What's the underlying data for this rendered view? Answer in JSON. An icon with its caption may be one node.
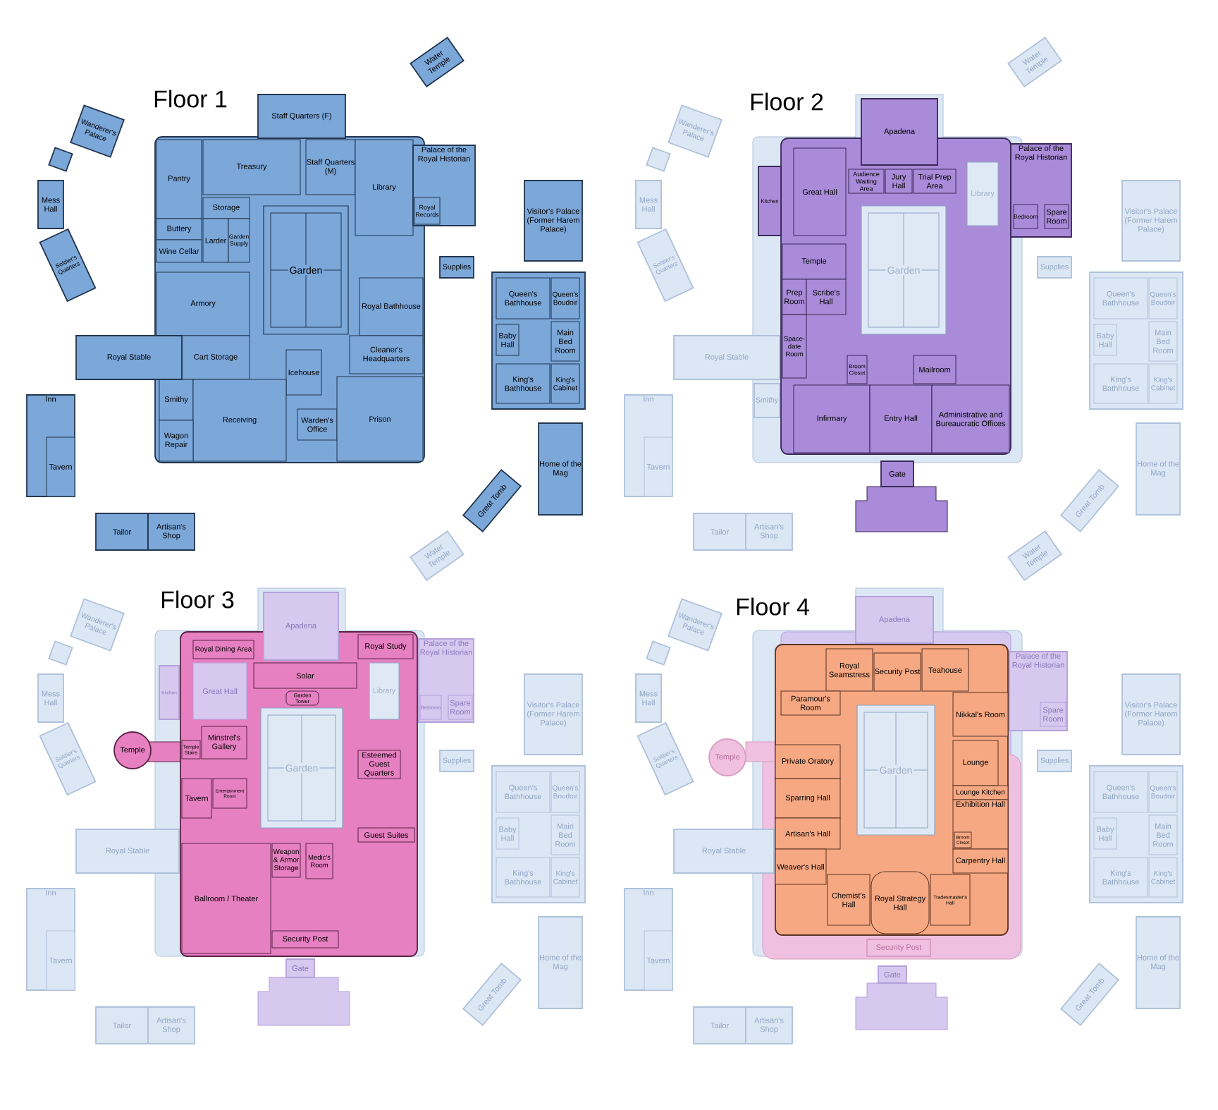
{
  "diagram": {
    "nodes": [
      {
        "text": [
          "Floor 1"
        ]
      },
      {
        "text": [
          "Treasury"
        ],
        "in": 0
      },
      {
        "text": [
          "Staff Quarters (M)"
        ],
        "in": 0
      },
      {
        "text": [
          "Library"
        ],
        "in": 0
      },
      {
        "text": [
          "Pantry"
        ],
        "in": 0
      },
      {
        "text": [
          "Storage"
        ],
        "in": 0
      },
      {
        "text": [
          "Buttery"
        ],
        "in": 0
      },
      {
        "text": [
          "Larder"
        ],
        "in": 0
      },
      {
        "text": [
          "Garden Supply"
        ],
        "in": 0
      },
      {
        "text": [
          "Wine Cellar"
        ],
        "in": 0
      },
      {
        "text": [
          "Garden"
        ],
        "in": 0
      },
      {
        "text": [
          "Armory"
        ],
        "in": 0
      },
      {
        "text": [
          "Royal Bathhouse"
        ],
        "in": 0
      },
      {
        "text": [
          "Cleaner's Headquarters"
        ],
        "in": 0
      },
      {
        "text": [
          "Cart Storage"
        ],
        "in": 0
      },
      {
        "text": [
          "Icehouse"
        ],
        "in": 0
      },
      {
        "text": [
          "Smithy"
        ],
        "in": 0
      },
      {
        "text": [
          "Receiving"
        ],
        "in": 0
      },
      {
        "text": [
          "Wagon Repair"
        ],
        "in": 0
      },
      {
        "text": [
          "Warden's Office"
        ],
        "in": 0
      },
      {
        "text": [
          "Prison"
        ],
        "in": 0
      },
      {
        "text": [
          "Staff Quarters (F)"
        ]
      },
      {
        "text": [
          "Palace of the Royal Historian"
        ]
      },
      {
        "text": [
          "Royal Records"
        ],
        "in": 22
      },
      {
        "text": [
          "Royal Stable"
        ]
      },
      {
        "text": [
          "Wanderer's Palace"
        ]
      },
      {
        "text": [],
        "shape": "box"
      },
      {
        "text": [
          "Mess Hall"
        ]
      },
      {
        "text": [
          "Soldier's Quarters"
        ]
      },
      {
        "text": [
          "Water Temple"
        ]
      },
      {
        "text": [
          "Visitor's Palace",
          "(Former Harem Palace)"
        ]
      },
      {
        "text": [
          "Supplies"
        ]
      },
      {
        "text": [],
        "shape": "box"
      },
      {
        "text": [
          "Queen's Bathhouse"
        ],
        "in": 32
      },
      {
        "text": [
          "Queen's Boudoir"
        ],
        "in": 32
      },
      {
        "text": [
          "Baby Hall"
        ],
        "in": 32
      },
      {
        "text": [
          "Main Bed Room"
        ],
        "in": 32
      },
      {
        "text": [
          "King's Bathhouse"
        ],
        "in": 32
      },
      {
        "text": [
          "King's Cabinet"
        ],
        "in": 32
      },
      {
        "text": [
          "Inn"
        ]
      },
      {
        "text": [
          "Tavern"
        ],
        "in": 39
      },
      {
        "text": [
          "Tailor"
        ]
      },
      {
        "text": [
          "Artisan's Shop"
        ]
      },
      {
        "text": [
          "Home of the Mag"
        ]
      },
      {
        "text": [
          "Great Tomb"
        ]
      },
      {
        "text": [
          "Floor 2"
        ]
      },
      {
        "text": [
          "Great Hall"
        ],
        "in": 45
      },
      {
        "text": [
          "Audience Waiting Area"
        ],
        "in": 45
      },
      {
        "text": [
          "Jury Hall"
        ],
        "in": 45
      },
      {
        "text": [
          "Trial Prep Area"
        ],
        "in": 45
      },
      {
        "text": [
          "Library"
        ],
        "in": 45
      },
      {
        "text": [
          "Temple"
        ],
        "in": 45
      },
      {
        "text": [
          "Prep Room"
        ],
        "in": 45
      },
      {
        "text": [
          "Scribe's Hall"
        ],
        "in": 45
      },
      {
        "text": [
          "Space-date Room"
        ],
        "in": 45
      },
      {
        "text": [
          "Garden"
        ],
        "in": 45
      },
      {
        "text": [
          "Broom Closet"
        ],
        "in": 45
      },
      {
        "text": [
          "Mailroom"
        ],
        "in": 45
      },
      {
        "text": [
          "Infirmary"
        ],
        "in": 45
      },
      {
        "text": [
          "Entry Hall"
        ],
        "in": 45
      },
      {
        "text": [
          "Administrative and Bureaucratic Offices"
        ],
        "in": 45
      },
      {
        "text": [
          "Apadena"
        ]
      },
      {
        "text": [
          "Kitchen"
        ]
      },
      {
        "text": [
          "Palace of the Royal Historian"
        ]
      },
      {
        "text": [
          "Bedroom"
        ],
        "in": 63
      },
      {
        "text": [
          "Spare Room"
        ],
        "in": 63
      },
      {
        "text": [
          "Gate"
        ]
      },
      {
        "text": [
          "Royal Stable"
        ]
      },
      {
        "text": [
          "Smithy"
        ]
      },
      {
        "text": [
          "Wanderer's Palace"
        ]
      },
      {
        "text": [],
        "shape": "box"
      },
      {
        "text": [
          "Mess Hall"
        ]
      },
      {
        "text": [
          "Soldier's Quarters"
        ]
      },
      {
        "text": [
          "Water Temple"
        ]
      },
      {
        "text": [
          "Visitor's Palace",
          "(Former Harem Palace)"
        ]
      },
      {
        "text": [
          "Supplies"
        ]
      },
      {
        "text": [],
        "shape": "box"
      },
      {
        "text": [
          "Queen's Bathhouse"
        ],
        "in": 76
      },
      {
        "text": [
          "Queen's Boudoir"
        ],
        "in": 76
      },
      {
        "text": [
          "Baby Hall"
        ],
        "in": 76
      },
      {
        "text": [
          "Main Bed Room"
        ],
        "in": 76
      },
      {
        "text": [
          "King's Bathhouse"
        ],
        "in": 76
      },
      {
        "text": [
          "King's Cabinet"
        ],
        "in": 76
      },
      {
        "text": [
          "Inn"
        ]
      },
      {
        "text": [
          "Tavern"
        ],
        "in": 83
      },
      {
        "text": [
          "Tailor"
        ]
      },
      {
        "text": [
          "Artisan's Shop"
        ]
      },
      {
        "text": [
          "Home of the Mag"
        ]
      },
      {
        "text": [
          "Great Tomb"
        ]
      },
      {
        "text": [
          "Floor 3"
        ]
      },
      {
        "text": [
          "Royal Dining Area"
        ],
        "in": 89
      },
      {
        "text": [
          "Solar"
        ],
        "in": 89
      },
      {
        "text": [
          "Royal Study"
        ],
        "in": 89
      },
      {
        "text": [
          "Great Hall"
        ],
        "in": 89
      },
      {
        "text": [
          "Library"
        ],
        "in": 89
      },
      {
        "text": [
          "Garden Tower"
        ],
        "in": 89
      },
      {
        "text": [
          "Garden"
        ],
        "in": 89
      },
      {
        "text": [
          "Temple Stairs"
        ],
        "in": 89
      },
      {
        "text": [
          "Minstrel's Gallery"
        ],
        "in": 89
      },
      {
        "text": [
          "Tavern"
        ],
        "in": 89
      },
      {
        "text": [
          "Entertainment Room"
        ],
        "in": 89
      },
      {
        "text": [
          "Esteemed Guest Quarters"
        ],
        "in": 89
      },
      {
        "text": [
          "Guest Suites"
        ],
        "in": 89
      },
      {
        "text": [
          "Ballroom / Theater"
        ],
        "in": 89
      },
      {
        "text": [
          "Weapon & Armor Storage"
        ],
        "in": 89
      },
      {
        "text": [
          "Medic's Room"
        ],
        "in": 89
      },
      {
        "text": [
          "Security Post"
        ],
        "in": 89
      },
      {
        "text": [
          "Apadena"
        ]
      },
      {
        "text": [
          "Kitchen"
        ]
      },
      {
        "text": [
          "Palace of the Royal Historian"
        ]
      },
      {
        "text": [
          "Bedroom"
        ],
        "in": 109
      },
      {
        "text": [
          "Spare Room"
        ],
        "in": 109
      },
      {
        "text": [
          "Temple"
        ]
      },
      {
        "text": [
          "Gate"
        ]
      },
      {
        "text": [
          "Royal Stable"
        ]
      },
      {
        "text": [
          "Wanderer's Palace"
        ]
      },
      {
        "text": [],
        "shape": "box"
      },
      {
        "text": [
          "Mess Hall"
        ]
      },
      {
        "text": [
          "Soldier's Quarters"
        ]
      },
      {
        "text": [
          "Water Temple"
        ]
      },
      {
        "text": [
          "Visitor's Palace",
          "(Former Harem Palace)"
        ]
      },
      {
        "text": [
          "Supplies"
        ]
      },
      {
        "text": [],
        "shape": "box"
      },
      {
        "text": [
          "Queen's Bathhouse"
        ],
        "in": 122
      },
      {
        "text": [
          "Queen's Boudoir"
        ],
        "in": 122
      },
      {
        "text": [
          "Baby Hall"
        ],
        "in": 122
      },
      {
        "text": [
          "Main Bed Room"
        ],
        "in": 122
      },
      {
        "text": [
          "King's Bathhouse"
        ],
        "in": 122
      },
      {
        "text": [
          "King's Cabinet"
        ],
        "in": 122
      },
      {
        "text": [
          "Inn"
        ]
      },
      {
        "text": [
          "Tavern"
        ],
        "in": 129
      },
      {
        "text": [
          "Tailor"
        ]
      },
      {
        "text": [
          "Artisan's Shop"
        ]
      },
      {
        "text": [
          "Home of the Mag"
        ]
      },
      {
        "text": [
          "Great Tomb"
        ]
      },
      {
        "text": [
          "Floor 4"
        ]
      },
      {
        "text": [
          "Royal Seamstress"
        ],
        "in": 135
      },
      {
        "text": [
          "Security Post"
        ],
        "in": 135
      },
      {
        "text": [
          "Teahouse"
        ],
        "in": 135
      },
      {
        "text": [
          "Paramour's Room"
        ],
        "in": 135
      },
      {
        "text": [
          "Nikkal's Room"
        ],
        "in": 135
      },
      {
        "text": [
          "Private Oratory"
        ],
        "in": 135
      },
      {
        "text": [
          "Lounge"
        ],
        "in": 135
      },
      {
        "text": [
          "Lounge Kitchen"
        ],
        "in": 135
      },
      {
        "text": [
          "Sparring Hall"
        ],
        "in": 135
      },
      {
        "text": [
          "Exhibition Hall"
        ],
        "in": 135
      },
      {
        "text": [
          "Broom Closet"
        ],
        "in": 145
      },
      {
        "text": [
          "Artisan's Hall"
        ],
        "in": 135
      },
      {
        "text": [
          "Carpentry Hall"
        ],
        "in": 135
      },
      {
        "text": [
          "Weaver's Hall"
        ],
        "in": 135
      },
      {
        "text": [
          "Chemist's Hall"
        ],
        "in": 135
      },
      {
        "text": [
          "Royal Strategy Hall"
        ],
        "in": 135
      },
      {
        "text": [
          "Tradesmaster's Hall"
        ],
        "in": 135
      },
      {
        "text": [
          "Garden"
        ],
        "in": 135
      },
      {
        "text": [
          "Apadena"
        ]
      },
      {
        "text": [
          "Temple"
        ]
      },
      {
        "text": [
          "Security Post"
        ]
      },
      {
        "text": [
          "Gate"
        ]
      },
      {
        "text": [
          "Palace of the Royal Historian"
        ]
      },
      {
        "text": [
          "Spare Room"
        ],
        "in": 158
      },
      {
        "text": [
          "Royal Stable"
        ]
      },
      {
        "text": [
          "Wanderer's Palace"
        ]
      },
      {
        "text": [],
        "shape": "box"
      },
      {
        "text": [
          "Mess Hall"
        ]
      },
      {
        "text": [
          "Soldier's Quarters"
        ]
      },
      {
        "text": [
          "Water Temple"
        ]
      },
      {
        "text": [
          "Visitor's Palace",
          "(Former Harem Palace)"
        ]
      },
      {
        "text": [
          "Supplies"
        ]
      },
      {
        "text": [],
        "shape": "box"
      },
      {
        "text": [
          "Queen's Bathhouse"
        ],
        "in": 168
      },
      {
        "text": [
          "Queen's Boudoir"
        ],
        "in": 168
      },
      {
        "text": [
          "Baby Hall"
        ],
        "in": 168
      },
      {
        "text": [
          "Main Bed Room"
        ],
        "in": 168
      },
      {
        "text": [
          "King's Bathhouse"
        ],
        "in": 168
      },
      {
        "text": [
          "King's Cabinet"
        ],
        "in": 168
      },
      {
        "text": [
          "Inn"
        ]
      },
      {
        "text": [
          "Tavern"
        ],
        "in": 175
      },
      {
        "text": [
          "Tailor"
        ]
      },
      {
        "text": [
          "Artisan's Shop"
        ]
      },
      {
        "text": [
          "Home of the Mag"
        ]
      },
      {
        "text": [
          "Great Tomb"
        ]
      }
    ]
  }
}
